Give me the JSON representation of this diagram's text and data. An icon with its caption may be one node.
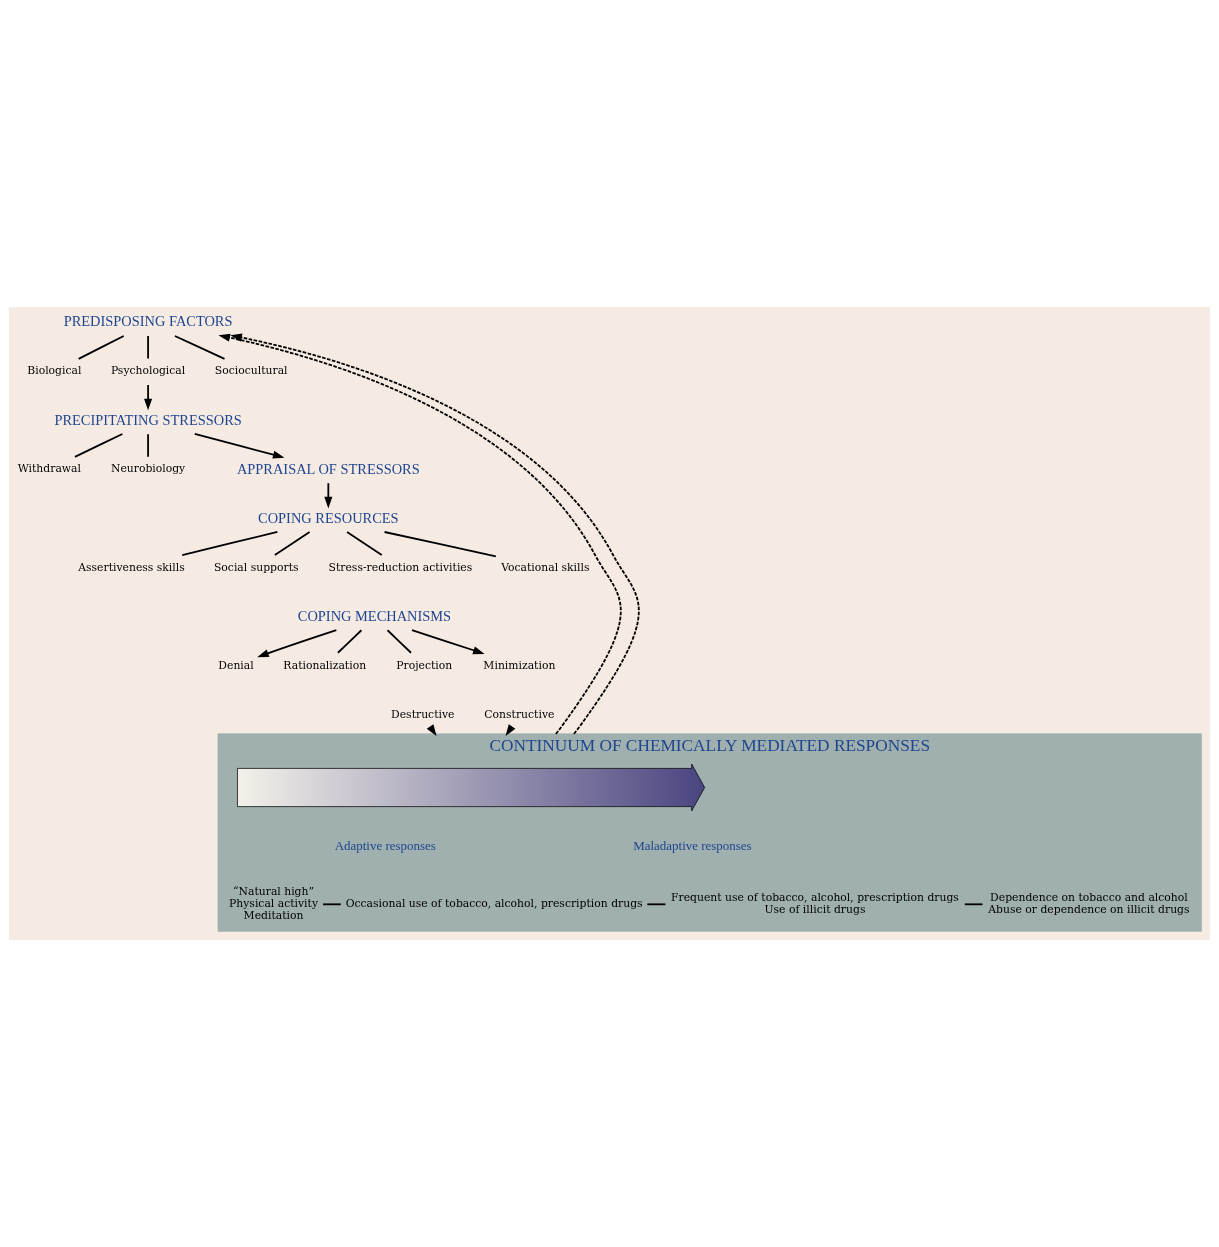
{
  "diagram": {
    "nodes": [
      {
        "text": [
          "PREDISPOSING FACTORS"
        ]
      },
      {
        "text": [
          "Biological"
        ]
      },
      {
        "text": [
          "Psychological"
        ]
      },
      {
        "text": [
          "Sociocultural"
        ]
      },
      {
        "text": [
          "PRECIPITATING STRESSORS"
        ]
      },
      {
        "text": [
          "Withdrawal"
        ]
      },
      {
        "text": [
          "Neurobiology"
        ]
      },
      {
        "text": [
          "APPRAISAL OF STRESSORS"
        ]
      },
      {
        "text": [
          "COPING RESOURCES"
        ]
      },
      {
        "text": [
          "Assertiveness skills"
        ]
      },
      {
        "text": [
          "Social supports"
        ]
      },
      {
        "text": [
          "Stress-reduction activities"
        ]
      },
      {
        "text": [
          "Vocational skills"
        ]
      },
      {
        "text": [
          "COPING MECHANISMS"
        ]
      },
      {
        "text": [
          "Denial"
        ]
      },
      {
        "text": [
          "Rationalization"
        ]
      },
      {
        "text": [
          "Projection"
        ]
      },
      {
        "text": [
          "Minimization"
        ]
      },
      {
        "text": [
          "Constructive"
        ]
      },
      {
        "text": [
          "Destructive"
        ]
      },
      {
        "text": [
          "CONTINUUM OF CHEMICALLY MEDIATED RESPONSES"
        ]
      },
      {
        "text": [],
        "shape": "arrow",
        "in": 20
      },
      {
        "text": [
          "Adaptive responses"
        ],
        "in": 20
      },
      {
        "text": [
          "Maladaptive responses"
        ],
        "in": 20
      },
      {
        "text": [
          "“Natural high”",
          "Physical activity",
          "Meditation"
        ],
        "in": 20
      },
      {
        "text": [
          "Occasional use of tobacco, alcohol, prescription drugs"
        ],
        "in": 20
      },
      {
        "text": [
          "Frequent use of tobacco, alcohol, prescription drugs",
          "Use of illicit drugs"
        ],
        "in": 20
      },
      {
        "text": [
          "Dependence on tobacco and alcohol",
          "Abuse or dependence on illicit drugs"
        ],
        "in": 20
      }
    ],
    "edges": [
      {
        "from": 0,
        "to": 1,
        "arrow": "none"
      },
      {
        "from": 0,
        "to": 2,
        "arrow": "none"
      },
      {
        "from": 0,
        "to": 3,
        "arrow": "none"
      },
      {
        "from": 2,
        "to": 4,
        "arrow": "to"
      },
      {
        "from": 4,
        "to": 5,
        "arrow": "none"
      },
      {
        "from": 4,
        "to": 6,
        "arrow": "none"
      },
      {
        "from": 4,
        "to": 7,
        "arrow": "to"
      },
      {
        "from": 7,
        "to": 8,
        "arrow": "to"
      },
      {
        "from": 8,
        "to": 9,
        "arrow": "none"
      },
      {
        "from": 8,
        "to": 10,
        "arrow": "none"
      },
      {
        "from": 8,
        "to": 11,
        "arrow": "none"
      },
      {
        "from": 8,
        "to": 12,
        "arrow": "none"
      },
      {
        "from": 13,
        "to": 14,
        "arrow": "to"
      },
      {
        "from": 13,
        "to": 15,
        "arrow": "none"
      },
      {
        "from": 13,
        "to": 16,
        "arrow": "none"
      },
      {
        "from": 13,
        "to": 17,
        "arrow": "to"
      },
      {
        "from": 18,
        "to": 20,
        "arrow": "to"
      },
      {
        "from": 19,
        "to": 20,
        "arrow": "to"
      },
      {
        "from": 20,
        "to": 0,
        "arrow": "to",
        "style": "dashed"
      },
      {
        "from": 20,
        "to": 0,
        "arrow": "to",
        "style": "dashed"
      },
      {
        "from": 24,
        "to": 25,
        "arrow": "none"
      },
      {
        "from": 25,
        "to": 26,
        "arrow": "none"
      },
      {
        "from": 26,
        "to": 27,
        "arrow": "none"
      }
    ]
  }
}
